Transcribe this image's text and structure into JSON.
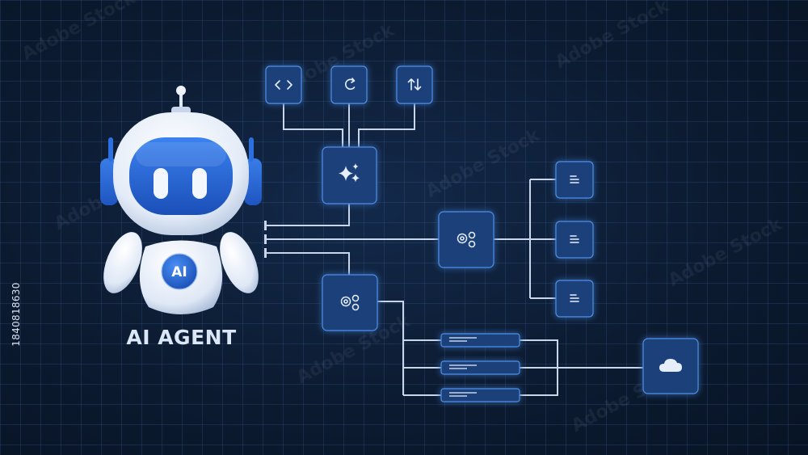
{
  "title": "AI AGENT",
  "badge": "AI",
  "stock_id": "1840818630",
  "watermark": "Adobe Stock",
  "colors": {
    "background": "#0b1a2e",
    "node": "#1a3f7a",
    "node_border": "#4f8fe6",
    "wire": "#c9d6ea",
    "robot_blue": "#2e6fe0",
    "robot_white": "#eef3fb"
  },
  "icons": {
    "top_1": "code-icon",
    "top_2": "refresh-icon",
    "top_3": "transfer-arrows-icon",
    "hub": "sparkle-icon",
    "process_mid": "gears-icon",
    "process_low": "gears-icon",
    "doc": "document-lines-icon",
    "cloud": "cloud-icon"
  }
}
